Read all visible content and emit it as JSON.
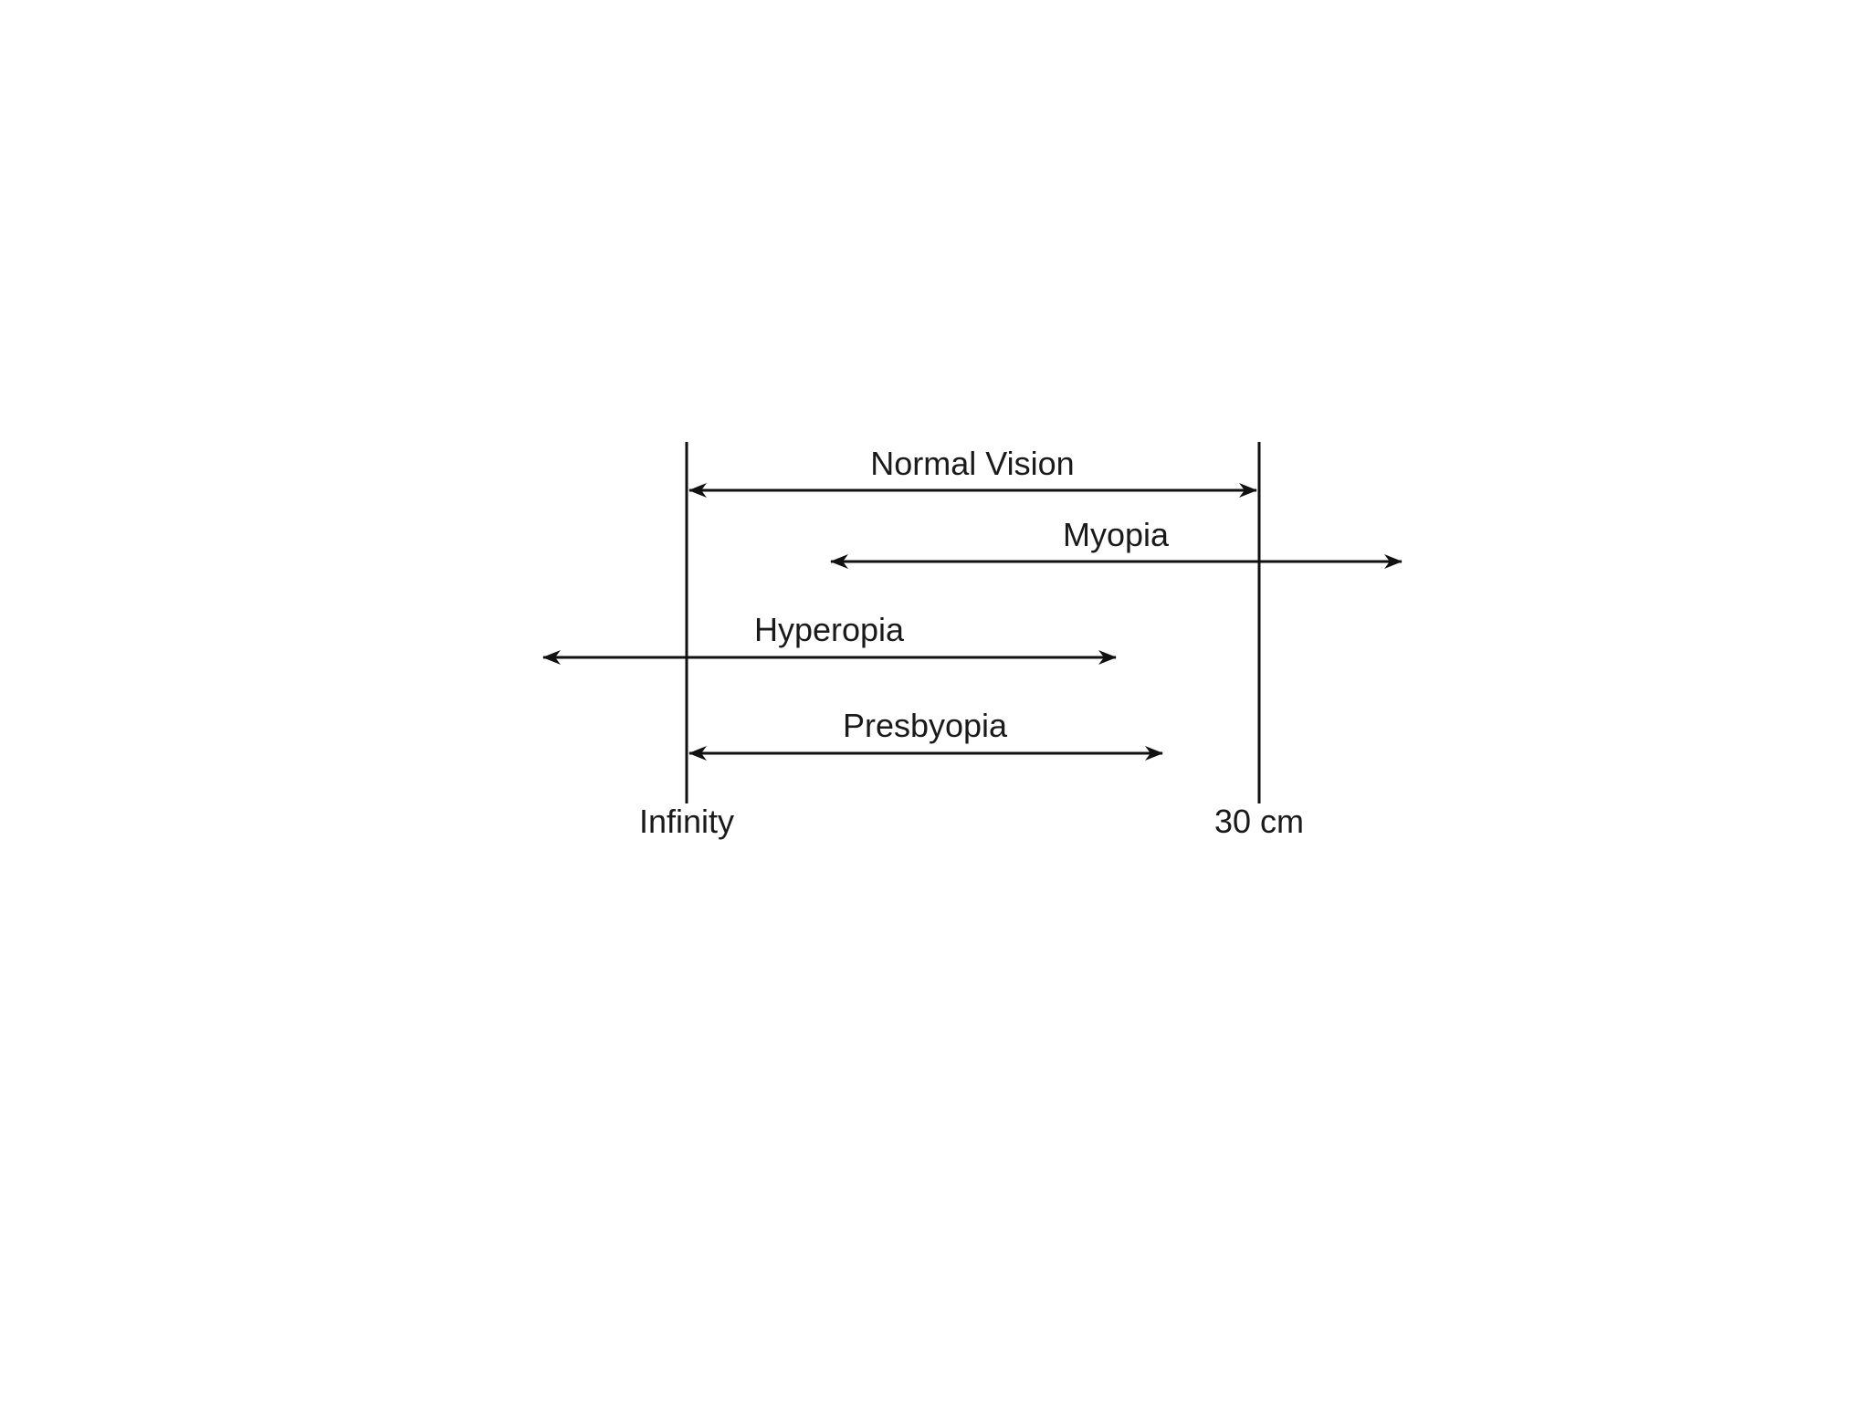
{
  "diagram": {
    "reference_lines": [
      {
        "id": "infinity",
        "label": "Infinity"
      },
      {
        "id": "thirty-cm",
        "label": "30 cm"
      }
    ],
    "ranges": [
      {
        "id": "normal-vision",
        "label": "Normal Vision"
      },
      {
        "id": "myopia",
        "label": "Myopia"
      },
      {
        "id": "hyperopia",
        "label": "Hyperopia"
      },
      {
        "id": "presbyopia",
        "label": "Presbyopia"
      }
    ],
    "colors": {
      "ink": "#111111",
      "background": "#ffffff"
    }
  }
}
